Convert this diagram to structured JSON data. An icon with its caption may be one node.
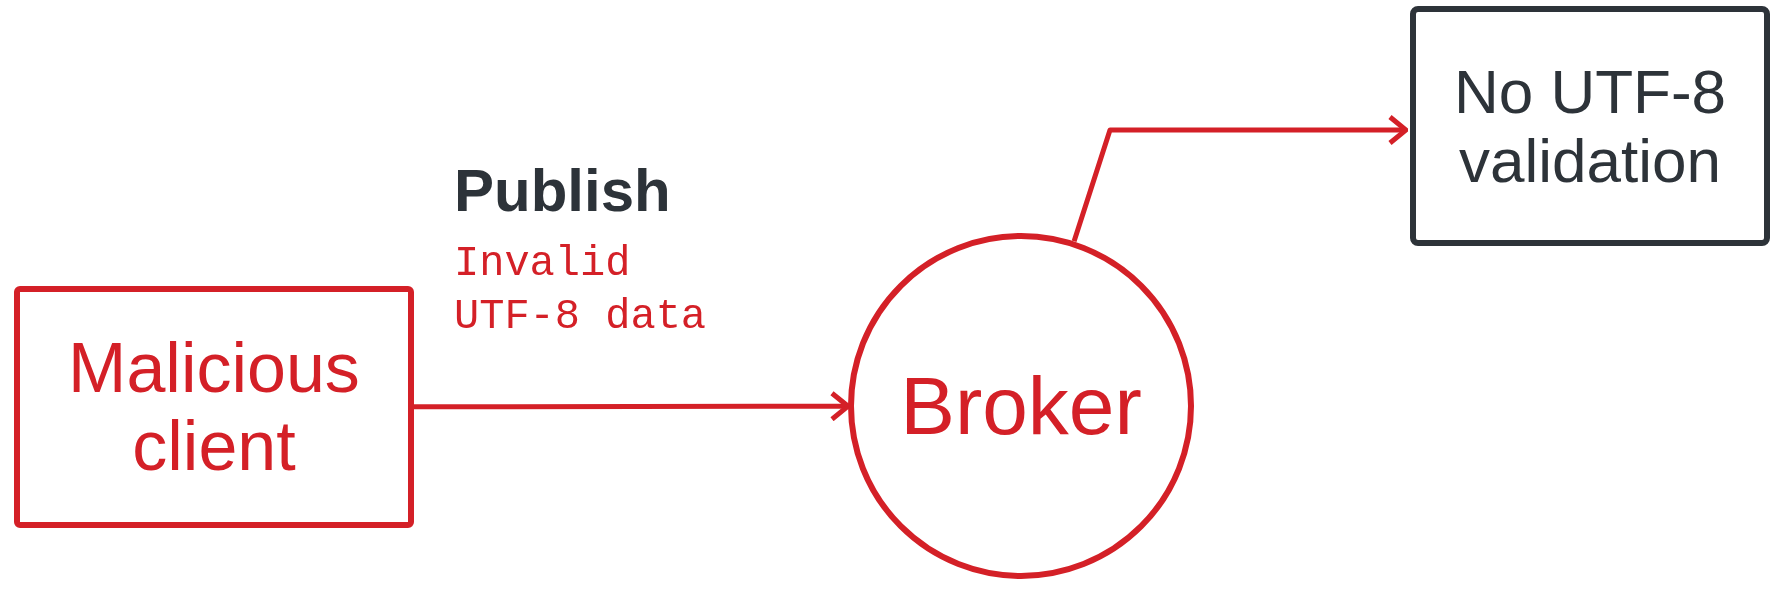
{
  "diagram": {
    "nodes": [
      {
        "text": [
          "Malicious client"
        ]
      },
      {
        "text": [
          "Broker"
        ]
      },
      {
        "text": [
          "No UTF-8 validation"
        ]
      }
    ],
    "edges": [
      {
        "from": 0,
        "to": 1,
        "arrow": "to",
        "label": "Publish"
      },
      {
        "from": 1,
        "to": 2,
        "arrow": "to"
      }
    ],
    "labels": [
      "Invalid UTF-8 data"
    ]
  }
}
